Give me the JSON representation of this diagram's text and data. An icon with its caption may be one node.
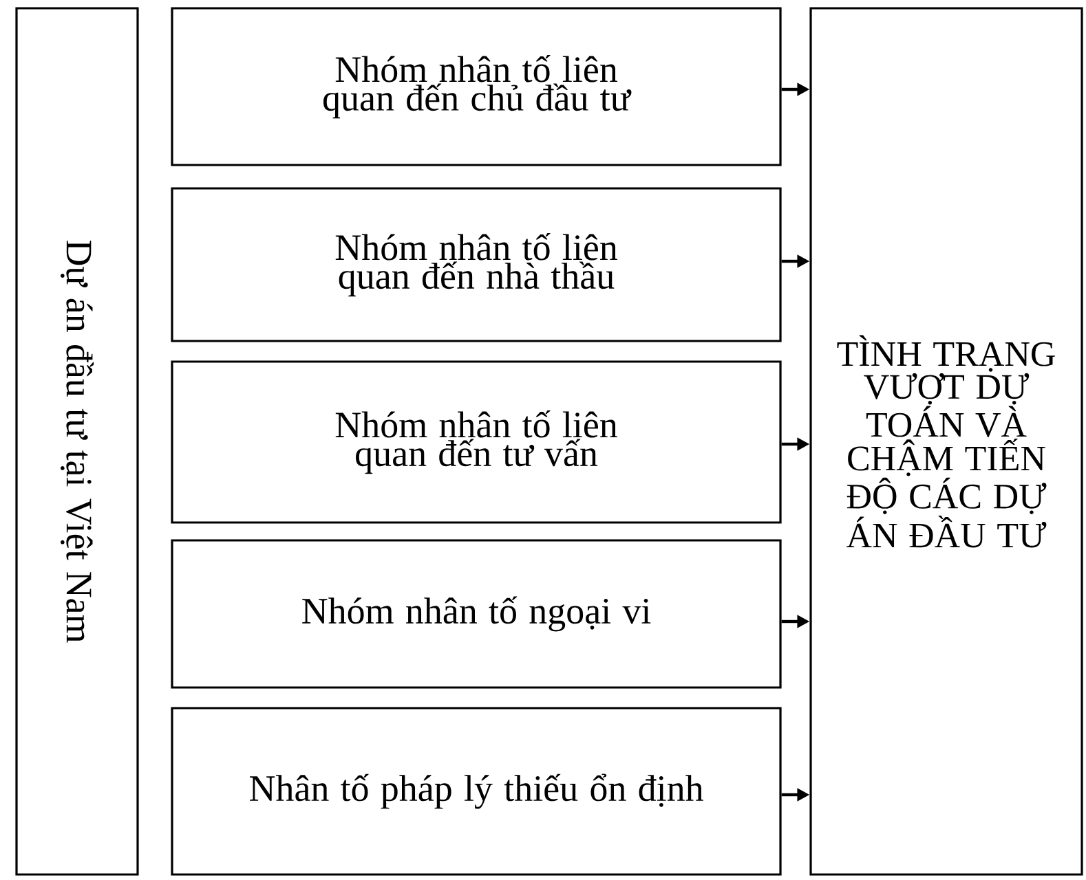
{
  "diagram": {
    "nodes": [
      {
        "text": [
          "Dự án đầu tư tại Việt Nam"
        ]
      },
      {
        "text": [
          "Nhóm nhân tố liên quan đến chủ đầu tư"
        ]
      },
      {
        "text": [
          "Nhóm nhân tố liên quan đến nhà thầu"
        ]
      },
      {
        "text": [
          "Nhóm nhân tố liên quan đến tư vấn"
        ]
      },
      {
        "text": [
          "Nhóm nhân tố ngoại vi"
        ]
      },
      {
        "text": [
          "Nhân tố pháp lý thiếu ổn định"
        ]
      },
      {
        "text": [
          "TÌNH TRẠNG VƯỢT DỰ TOÁN VÀ CHẬM TIẾN ĐỘ CÁC DỰ ÁN ĐẦU TƯ"
        ]
      }
    ],
    "edges": [
      {
        "from": 1,
        "to": 6,
        "arrow": "to"
      },
      {
        "from": 2,
        "to": 6,
        "arrow": "to"
      },
      {
        "from": 3,
        "to": 6,
        "arrow": "to"
      },
      {
        "from": 4,
        "to": 6,
        "arrow": "to"
      },
      {
        "from": 5,
        "to": 6,
        "arrow": "to"
      }
    ]
  }
}
